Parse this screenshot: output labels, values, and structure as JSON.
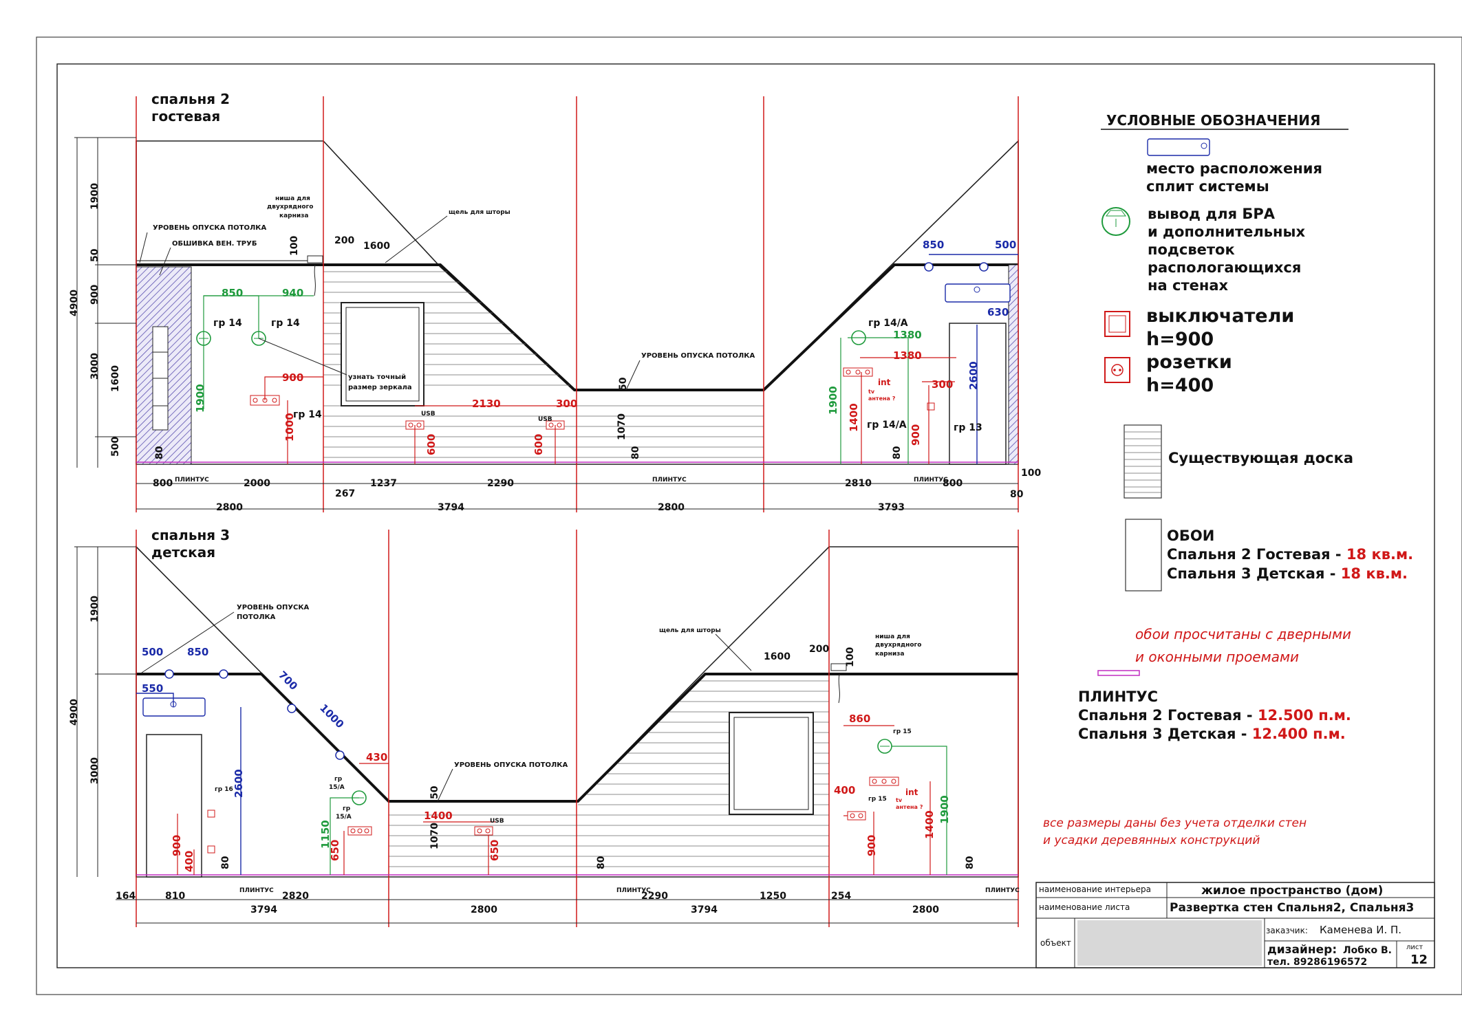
{
  "room_top": {
    "title": "спальня 2",
    "subtitle": "гостевая"
  },
  "room_bottom": {
    "title": "спальня 3",
    "subtitle": "детская"
  },
  "legend": {
    "heading": "УСЛОВНЫЕ ОБОЗНАЧЕНИЯ",
    "split": [
      "место расположения",
      "сплит системы"
    ],
    "bra": [
      "вывод для БРА",
      "и дополнительных",
      "подсветок",
      "распологающихся",
      "на стенах"
    ],
    "switch": [
      "выключатели",
      "h=900"
    ],
    "socket": [
      "розетки",
      "h=400"
    ],
    "board": "Существующая доска",
    "wallpaper": {
      "heading": "ОБОИ",
      "rows": [
        {
          "label": "Спальня 2 Гостевая - ",
          "value": "18 кв.м."
        },
        {
          "label": "Спальня 3 Детская - ",
          "value": "18 кв.м."
        }
      ]
    },
    "wallpaper_note": [
      "обои просчитаны с дверными",
      "и оконными проемами"
    ],
    "plinth": {
      "heading": "ПЛИНТУС",
      "rows": [
        {
          "label": "Спальня 2 Гостевая - ",
          "value": "12.500 п.м."
        },
        {
          "label": "Спальня 3 Детская - ",
          "value": "12.400 п.м."
        }
      ]
    },
    "dims_note": [
      "все размеры даны без учета   отделки стен",
      "и усадки деревянных конструкций"
    ]
  },
  "labels": {
    "ceiling_level": "УРОВЕНЬ ОПУСКА ПОТОЛКА",
    "ceiling_level_a": "УРОВЕНЬ ОПУСКА",
    "ceiling_level_b": "ПОТОЛКА",
    "pipe_casing": "ОБШИВКА ВЕН. ТРУБ",
    "niche": [
      "ниша для",
      "двухрядного",
      "карниза"
    ],
    "curtain_slot": "щель для шторы",
    "mirror": [
      "узнать точный",
      "размер зеркала"
    ],
    "plinth": "ПЛИНТУС",
    "usb": "USB",
    "int": "int",
    "tv": [
      "tv",
      "антена ?"
    ]
  },
  "groups": {
    "gr14": "гр 14",
    "gr14a": "гр 14/А",
    "gr13": "гр 13",
    "gr15": "гр 15",
    "gr16": "гр 16",
    "gr15a_1": "гр",
    "gr15a_2": "15/А"
  },
  "dims_top": {
    "h1900": "1900",
    "h50": "50",
    "h900": "900",
    "h4900": "4900",
    "h3000": "3000",
    "h1600": "1600",
    "h500": "500",
    "h80": "80",
    "h100": "100",
    "h200": "200",
    "w1600": "1600",
    "w850": "850",
    "w940": "940",
    "w900": "900",
    "v1900": "1900",
    "v1000": "1000",
    "w2130": "2130",
    "w300": "300",
    "v600a": "600",
    "v600b": "600",
    "h50b": "50",
    "v1070": "1070",
    "w1380g": "1380",
    "w1380r": "1380",
    "v1400": "1400",
    "w300b": "300",
    "v900": "900",
    "v1900r": "1900",
    "v2600": "2600",
    "w630": "630",
    "w850b": "850",
    "w500": "500",
    "b800": "800",
    "b2000": "2000",
    "b1237": "1237",
    "b2290": "2290",
    "b267": "267",
    "b2810": "2810",
    "b800b": "800",
    "b100": "100",
    "b80": "80",
    "t2800": "2800",
    "t3794": "3794",
    "t2800b": "2800",
    "t3793": "3793"
  },
  "dims_bottom": {
    "h1900": "1900",
    "h4900": "4900",
    "h3000": "3000",
    "w500": "500",
    "w850": "850",
    "w550": "550",
    "w700": "700",
    "w1000": "1000",
    "w430": "430",
    "v2600": "2600",
    "v900": "900",
    "v400": "400",
    "v1150": "1150",
    "v650a": "650",
    "h50": "50",
    "w1400": "1400",
    "v1070": "1070",
    "v650b": "650",
    "h80a": "80",
    "h80b": "80",
    "h80c": "80",
    "w1600": "1600",
    "w200": "200",
    "h100": "100",
    "w860": "860",
    "w400": "400",
    "v900b": "900",
    "v1400": "1400",
    "v1900": "1900",
    "b164": "164",
    "b810": "810",
    "b2820": "2820",
    "b2290": "2290",
    "b1250": "1250",
    "b254": "254",
    "t3794": "3794",
    "t2800": "2800",
    "t3794b": "3794",
    "t2800b": "2800"
  },
  "title_block": {
    "interior_label": "наименование интерьера",
    "interior_value": "жилое пространство (дом)",
    "sheet_label": "наименование листа",
    "sheet_value": "Развертка стен Спальня2, Спальня3",
    "object_label": "объект",
    "client_label": "заказчик:",
    "client_value": "Каменева И. П.",
    "designer_label": "дизайнер:",
    "designer_value": "Лобко В.",
    "phone": "тел. 89286196572",
    "sheet_num_label": "лист",
    "sheet_num": "12"
  }
}
